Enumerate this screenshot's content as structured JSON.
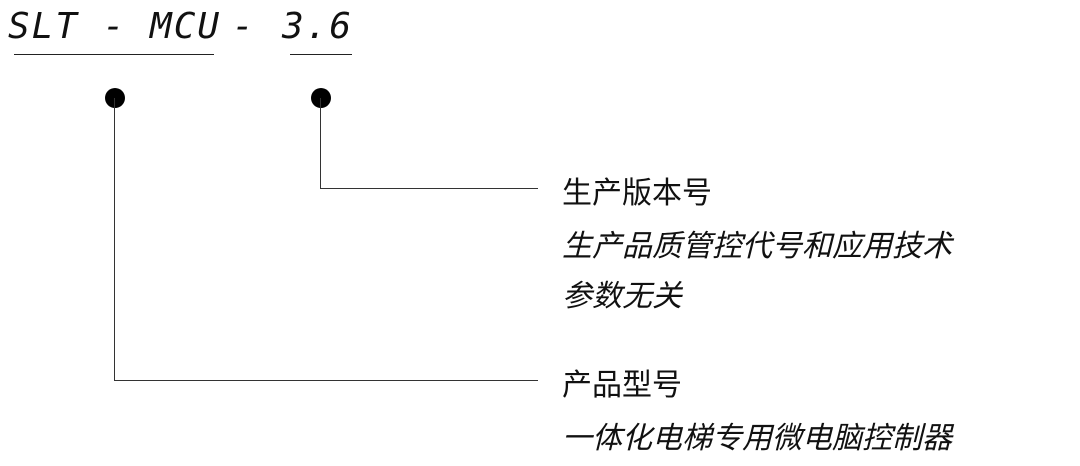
{
  "code": {
    "model": "SLT - MCU",
    "separator": "-",
    "version": "3.6"
  },
  "version_callout": {
    "title": "生产版本号",
    "description_line1": "生产品质管控代号和应用技术",
    "description_line2": "参数无关"
  },
  "model_callout": {
    "title": "产品型号",
    "description": "一体化电梯专用微电脑控制器"
  }
}
